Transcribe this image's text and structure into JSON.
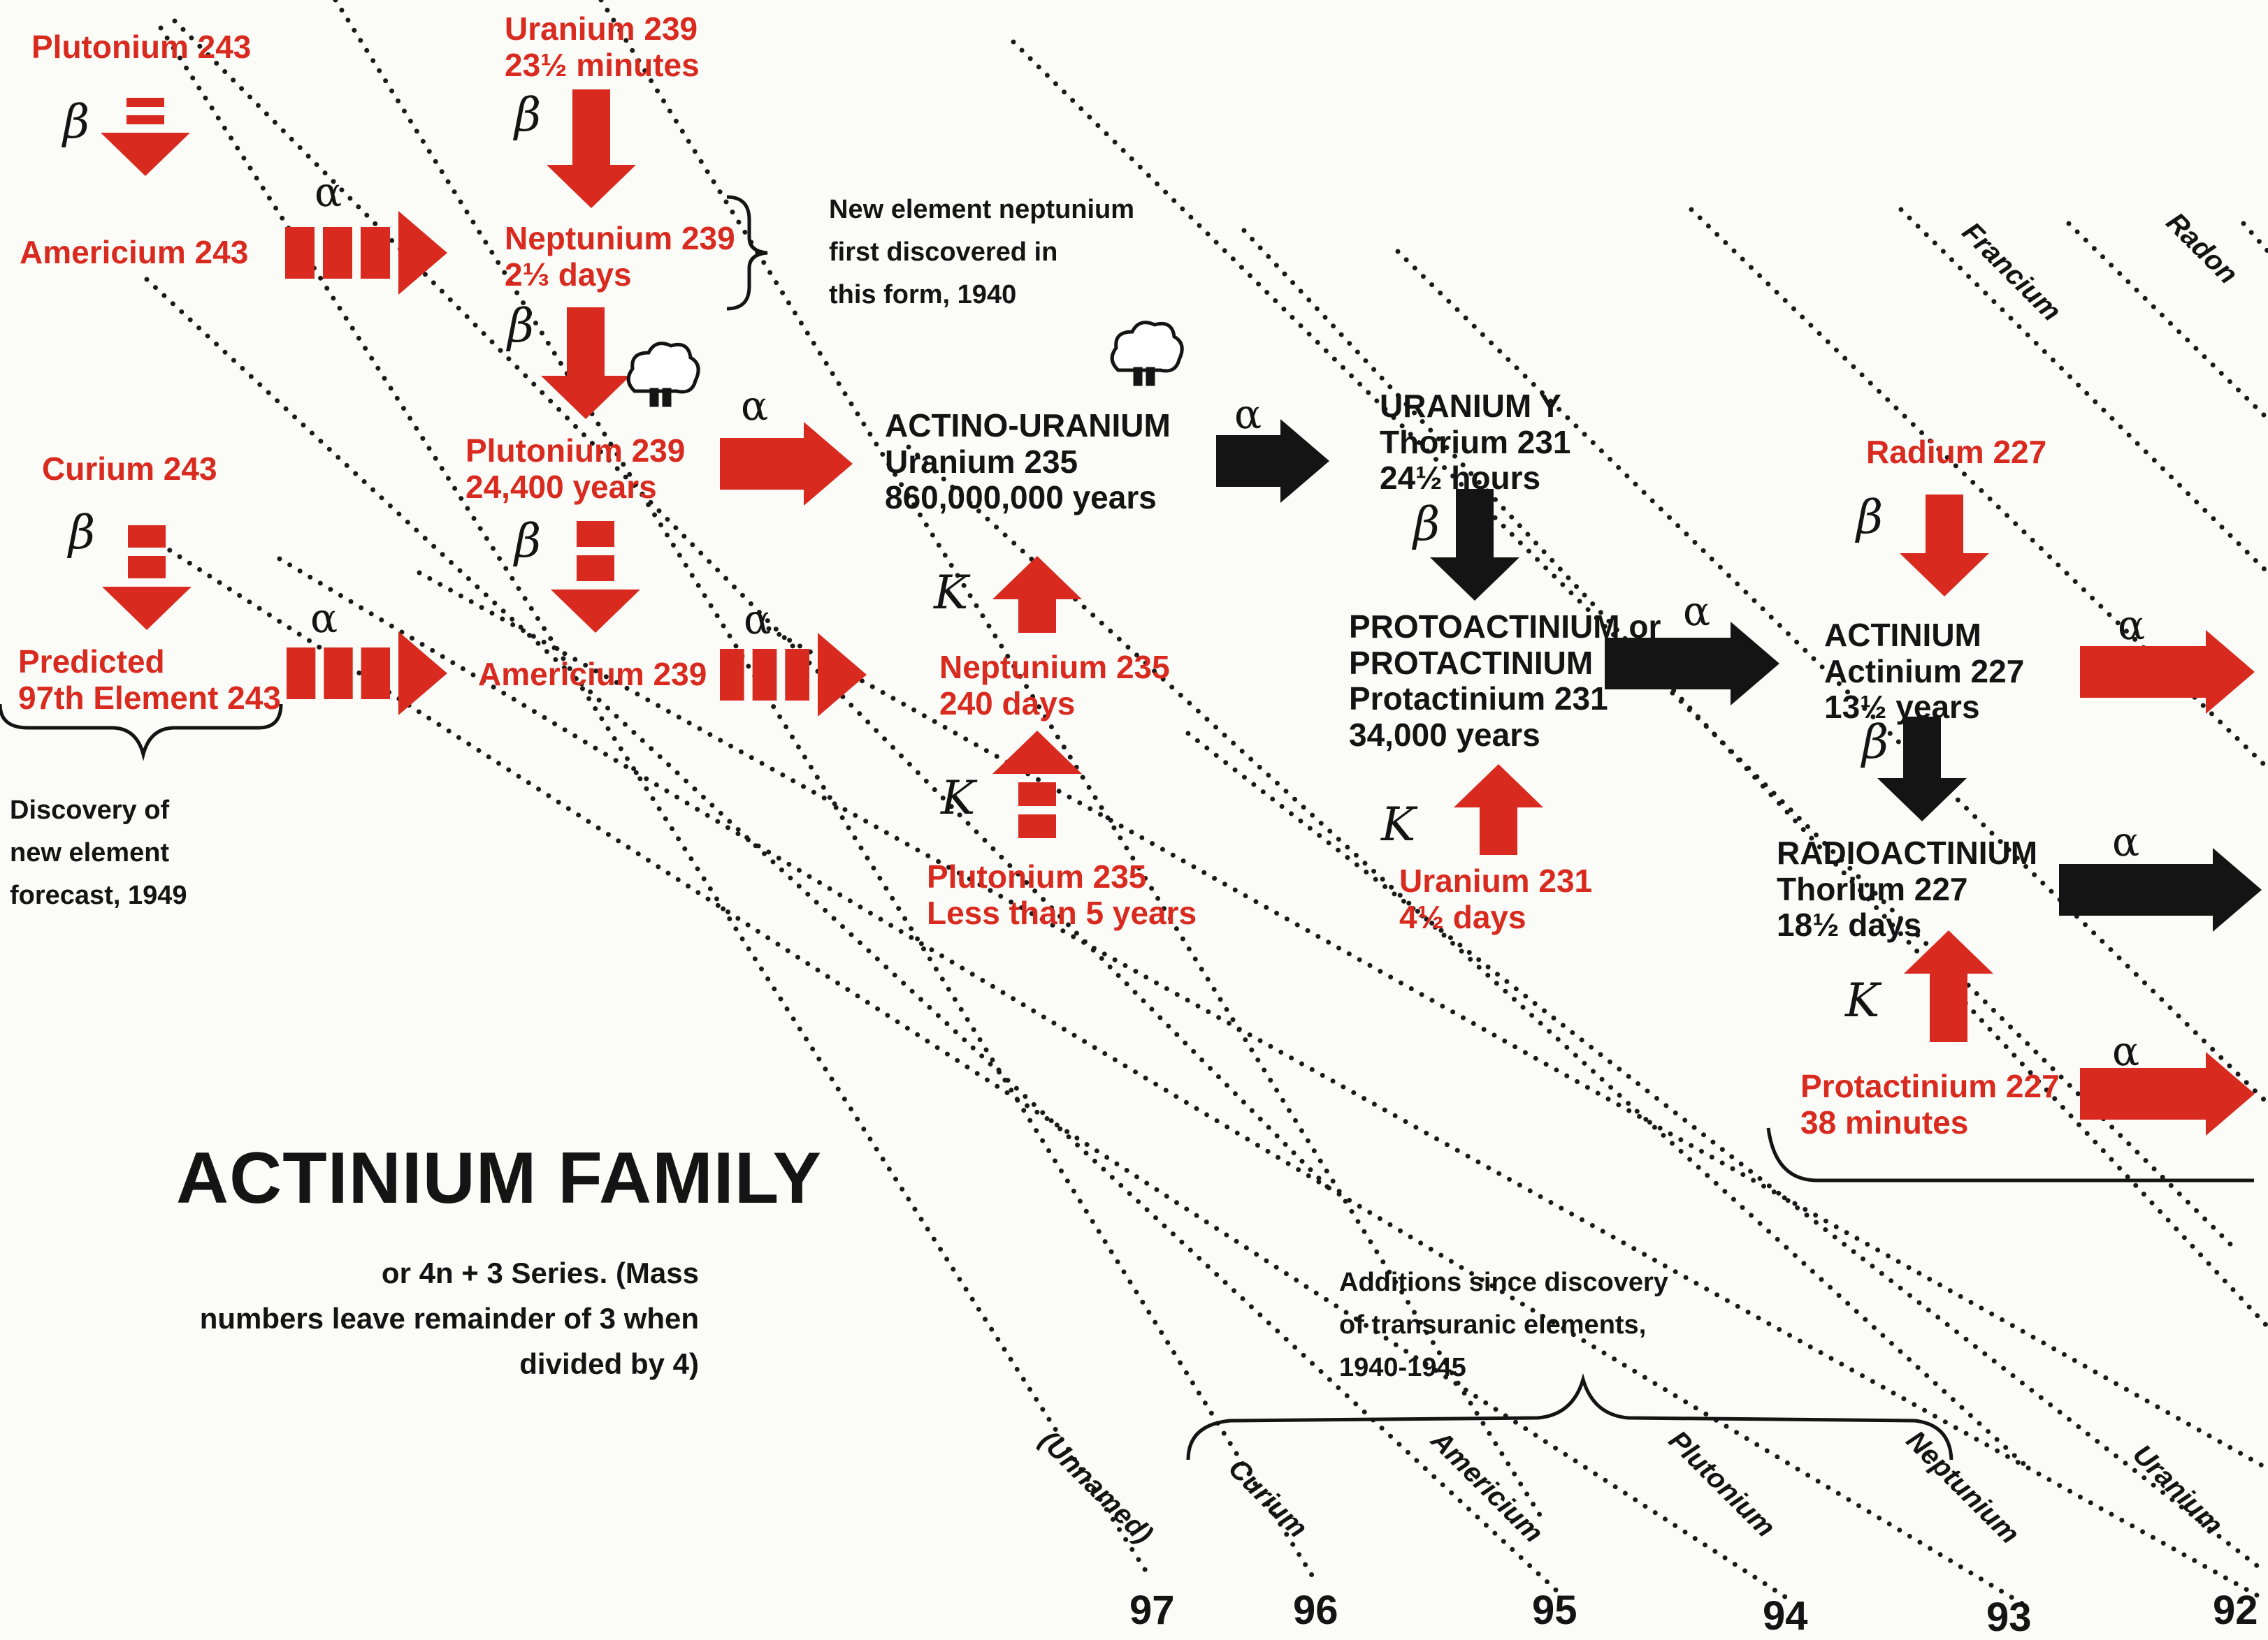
{
  "title": "ACTINIUM FAMILY",
  "subtitle": [
    "or 4n + 3 Series. (Mass",
    "numbers leave remainder of 3 when",
    "divided by 4)"
  ],
  "columns": {
    "names": [
      "(Unnamed)",
      "Curium",
      "Americium",
      "Plutonium",
      "Neptunium",
      "Uranium",
      "Francium",
      "Radon"
    ],
    "numbers": [
      "97",
      "96",
      "95",
      "94",
      "93",
      "92"
    ]
  },
  "nodes": {
    "pu243": {
      "line1": "Plutonium 243"
    },
    "u239": {
      "line1": "Uranium 239",
      "line2": "23½ minutes"
    },
    "am243": {
      "line1": "Americium 243"
    },
    "np239": {
      "line1": "Neptunium 239",
      "line2": "2⅓ days"
    },
    "cm243": {
      "line1": "Curium 243"
    },
    "pu239": {
      "line1": "Plutonium 239",
      "line2": "24,400 years"
    },
    "actino": {
      "line1": "ACTINO-URANIUM",
      "line2": "Uranium 235",
      "line3": "860,000,000 years"
    },
    "uraniumy": {
      "line1": "URANIUM Y",
      "line2": "Thorium 231",
      "line3": "24½ hours"
    },
    "ra227": {
      "line1": "Radium 227"
    },
    "pred97": {
      "line1": "Predicted",
      "line2": "97th Element 243"
    },
    "am239": {
      "line1": "Americium 239"
    },
    "np235": {
      "line1": "Neptunium 235",
      "line2": "240 days"
    },
    "proto": {
      "line1": "PROTOACTINIUM or",
      "line2": "PROTACTINIUM",
      "line3": "Protactinium 231",
      "line4": "34,000 years"
    },
    "actinium": {
      "line1": "ACTINIUM",
      "line2": "Actinium 227",
      "line3": "13½ years"
    },
    "pu235": {
      "line1": "Plutonium 235",
      "line2": "Less than 5 years"
    },
    "u231": {
      "line1": "Uranium 231",
      "line2": "4½ days"
    },
    "radioact": {
      "line1": "RADIOACTINIUM",
      "line2": "Thorium 227",
      "line3": "18½ days"
    },
    "pa227": {
      "line1": "Protactinium 227",
      "line2": "38 minutes"
    }
  },
  "notes": {
    "neptunium": [
      "New element neptunium",
      "first discovered in",
      "this form, 1940"
    ],
    "discovery97": [
      "Discovery of",
      "new element",
      "forecast, 1949"
    ],
    "additions": [
      "Additions since discovery",
      "of transuranic elements,",
      "1940-1945"
    ]
  },
  "symbols": {
    "alpha": "α",
    "beta": "β",
    "k": "K"
  },
  "colors": {
    "red": "#d92a1f",
    "black": "#141414",
    "dots": "#1a1a1a"
  }
}
